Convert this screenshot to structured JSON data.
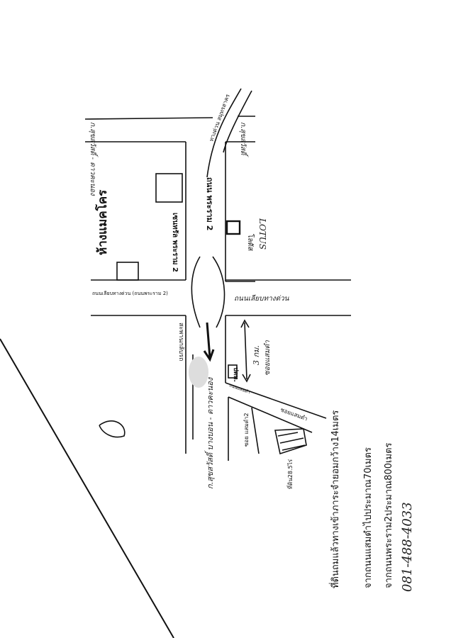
{
  "map": {
    "labels": {
      "makro": "ห้างแมคโคร",
      "central": "เซนทรัล พระราม 2",
      "rama2_road": "ถนน พระราม 2",
      "lotus": "โลตัส",
      "lotus_sign": "LOTUS",
      "expressway": "ทางด่วน สมุทรสาคร",
      "top_road_left": "ก.สุขสวัสดิ์ - ดาวคะนอง",
      "top_road_right": "ก.สุขสวัสดิ์",
      "cross_road_left": "ถนนเลียบทางด่วน (ถนนพระราม 2)",
      "cross_road_right": "ถนนเลียบทางด่วน",
      "u_turn_bridge": "สะพานกลับรถ",
      "lower_road": "ก.สุขสวัสดิ์ บางบอน - ดาวคะนอง",
      "ptt": "ปตท.",
      "distance": "3 กม.",
      "soi_saem_dam": "ซอยแสมดำ",
      "soi_label": "ซอยแสมดำ",
      "soi_saem_dam_2": "ซอย แสมดำ2",
      "land": "ที่ดิน28.5ไร่",
      "saem_dam_road": "ถนนแสมดำ"
    },
    "notes": [
      "ที่ดินถมแล้วทางเข้าภาระจำยอมกว้าง14เมตร",
      "จากถนนแสมดำไปประมาณ70เมตร",
      "จากถนนพระราม2ประมาณ800เมตร"
    ],
    "phone": "081-488-4033"
  }
}
